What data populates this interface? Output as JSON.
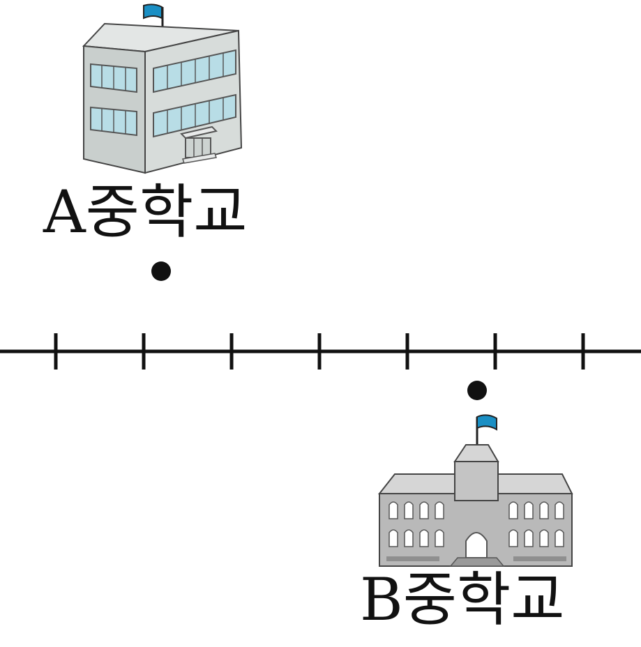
{
  "schools": [
    {
      "label": "A중학교"
    },
    {
      "label": "B중학교"
    }
  ],
  "number_line": {
    "tick_count": 7,
    "school_a_tick": 1,
    "school_b_tick": 5
  },
  "colors": {
    "line": "#111111",
    "flag": "#1a8fc4",
    "building_a_wall": "#c9cfcd",
    "building_a_window": "#b8dde6",
    "building_b_wall": "#b9b9b9",
    "building_b_roof": "#d6d6d6"
  }
}
